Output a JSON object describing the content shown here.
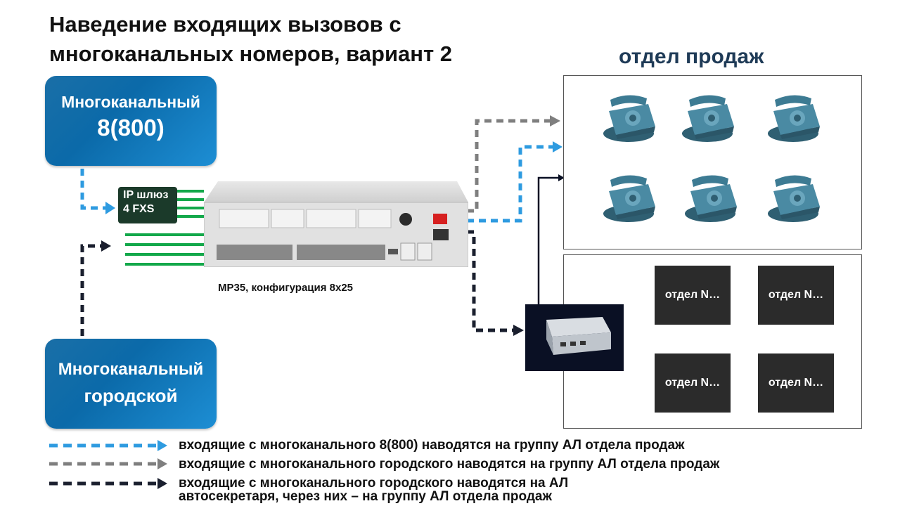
{
  "title": [
    "Наведение входящих вызовов с",
    "многоканальных номеров, вариант 2"
  ],
  "section_title": "отдел продаж",
  "sources": {
    "toll_free": {
      "line1": "Многоканальный",
      "line2": "8(800)"
    },
    "city": {
      "line1": "Многоканальный",
      "line2": "городской"
    }
  },
  "gateway": {
    "line1": "IP шлюз",
    "line2": "4 FXS"
  },
  "device_caption": "МР35, конфигурация 8х25",
  "departments": [
    "отдел N…",
    "отдел N…",
    "отдел N…",
    "отдел N…"
  ],
  "legend": [
    {
      "color": "#2e9be0",
      "text": "входящие с многоканального 8(800)  наводятся на группу АЛ отдела продаж"
    },
    {
      "color": "#7f7f7f",
      "text": "входящие с многоканального городского наводятся на группу АЛ отдела продаж"
    },
    {
      "color": "#1a1f2e",
      "text": "входящие с многоканального городского наводятся на АЛ",
      "text2": "автосекретаря, через них – на группу АЛ отдела продаж"
    }
  ],
  "colors": {
    "blue_arrow": "#2e9be0",
    "gray_arrow": "#7f7f7f",
    "dark_arrow": "#1a1f2e",
    "green_lines": "#13a84a",
    "box_blue": "#0b6aa9"
  }
}
